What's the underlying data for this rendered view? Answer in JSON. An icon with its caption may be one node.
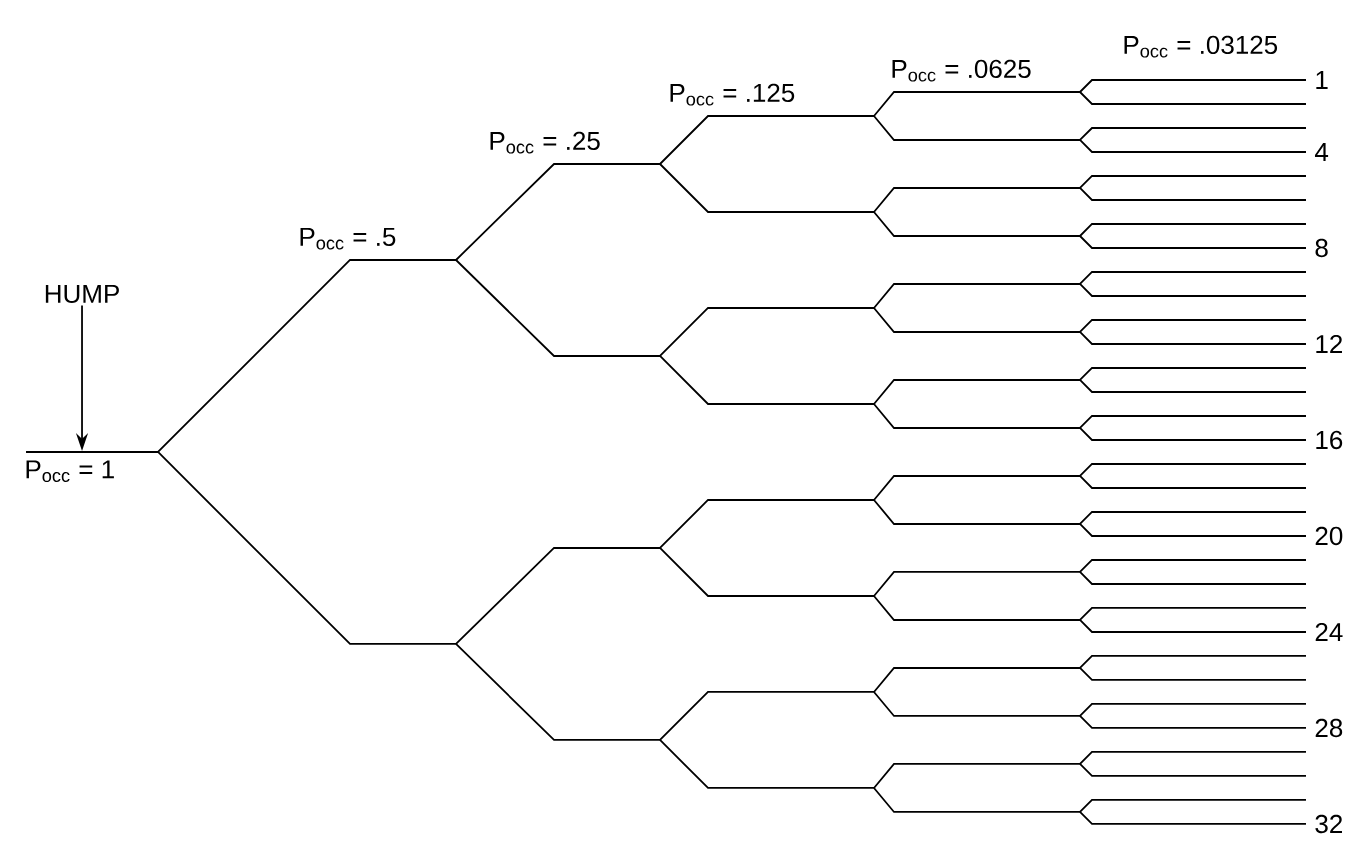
{
  "diagram": {
    "nodes": [
      {
        "text": [
          "HUMP"
        ]
      },
      {
        "text": [],
        "shape": "bar"
      }
    ],
    "edges": [
      {
        "from": 0,
        "to": 1,
        "arrow": "to"
      }
    ],
    "labels": [
      "P$_{occ}$ = 1",
      "P$_{occ}$ = .5",
      "P$_{occ}$ = .25",
      "P$_{occ}$ = .125",
      "P$_{occ}$ = .0625",
      "P$_{occ}$ = .03125",
      "1",
      "4",
      "8",
      "12",
      "16",
      "20",
      "24",
      "28",
      "32"
    ]
  }
}
